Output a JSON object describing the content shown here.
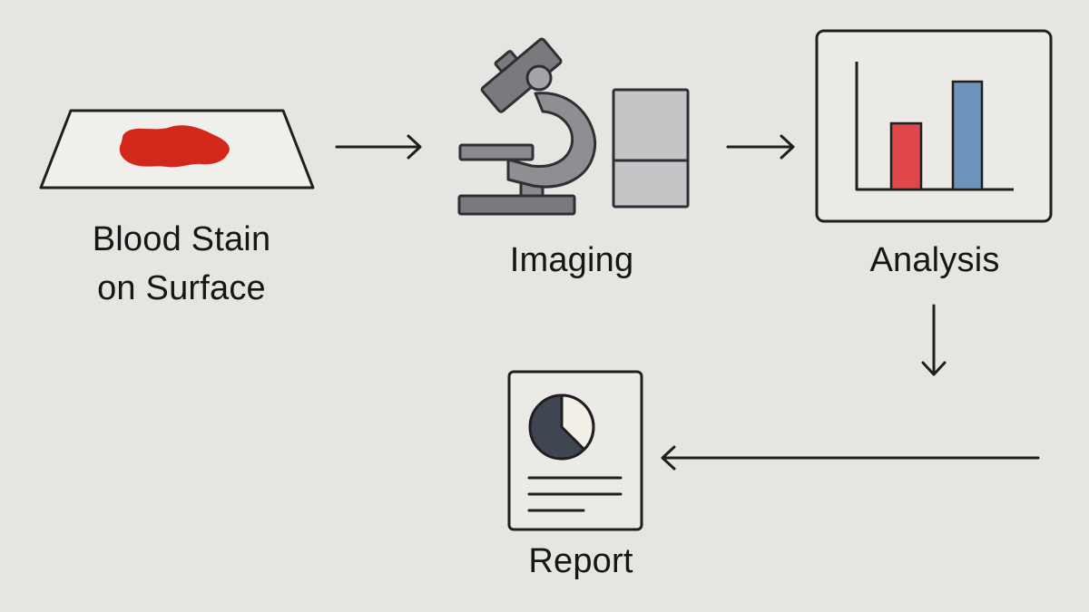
{
  "steps": {
    "blood_stain": {
      "line1": "Blood Stain",
      "line2": "on Surface"
    },
    "imaging": {
      "label": "Imaging"
    },
    "analysis": {
      "label": "Analysis"
    },
    "report": {
      "label": "Report"
    }
  },
  "icons": {
    "blood_stain": "blood-stain-slide-icon",
    "imaging": "microscope-icon",
    "imaging_panel": "image-panel-icon",
    "analysis": "bar-chart-icon",
    "report": "report-document-icon"
  },
  "colors": {
    "background": "#e6e5e1",
    "outline": "#1f1f1f",
    "blood": "#d2281b",
    "bar_red": "#e0474b",
    "bar_blue": "#6f94bb",
    "microscope": "#7a7a7e",
    "pie_dark": "#3f4652",
    "pie_light": "#f2f0e6",
    "panel": "#c5c5c8"
  }
}
